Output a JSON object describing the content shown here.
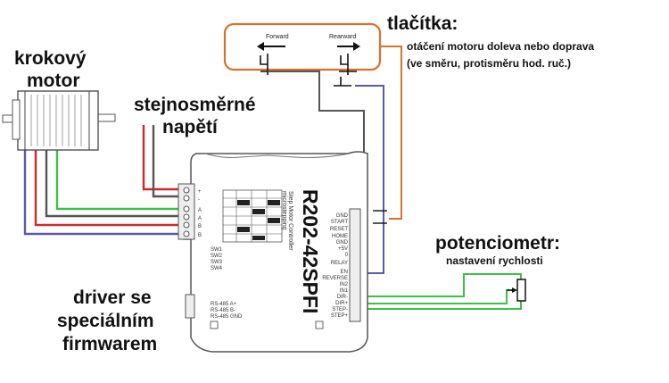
{
  "labels": {
    "motor_line1": "krokový",
    "motor_line2": "motor",
    "supply_line1": "stejnosměrné",
    "supply_line2": "napětí",
    "buttons_title": "tlačítka:",
    "buttons_desc_line1": "otáčení motoru doleva nebo doprava",
    "buttons_desc_line2": "(ve směru, protisměru hod. ruč.)",
    "pot_title": "potenciometr:",
    "pot_desc": "nastavení rychlosti",
    "driver_line1": "driver se",
    "driver_line2": "speciálním",
    "driver_line3": "firmwarem"
  },
  "buttons": {
    "forward": "Forward",
    "rearward": "Rearward"
  },
  "device": {
    "model": "R202-42SPFI",
    "subtitle": "Step Motor Controller",
    "microstepping": "microstepping",
    "right_pins": [
      "GND",
      "START",
      "RESET",
      "HOME",
      "GND",
      "+5V",
      "0",
      "RELAY",
      "EN",
      "REVERSE",
      "IN2",
      "IN1",
      "DIR-",
      "DIR+",
      "STEP-",
      "STEP+"
    ],
    "left_pins": [
      "+",
      "-",
      "A",
      "A",
      "B",
      "B"
    ],
    "switch_labels": [
      "SW1",
      "SW2",
      "SW3",
      "SW4"
    ],
    "rs485": [
      "RS-485 A+",
      "RS-485 B-",
      "RS-485 GND"
    ]
  },
  "colors": {
    "orange_wire": "#d9702f",
    "red_wire": "#cc2a2a",
    "green_wire": "#3cc04a",
    "blue_wire": "#5a5aa8",
    "gray_wire": "#555555",
    "dark_wire": "#444444"
  }
}
